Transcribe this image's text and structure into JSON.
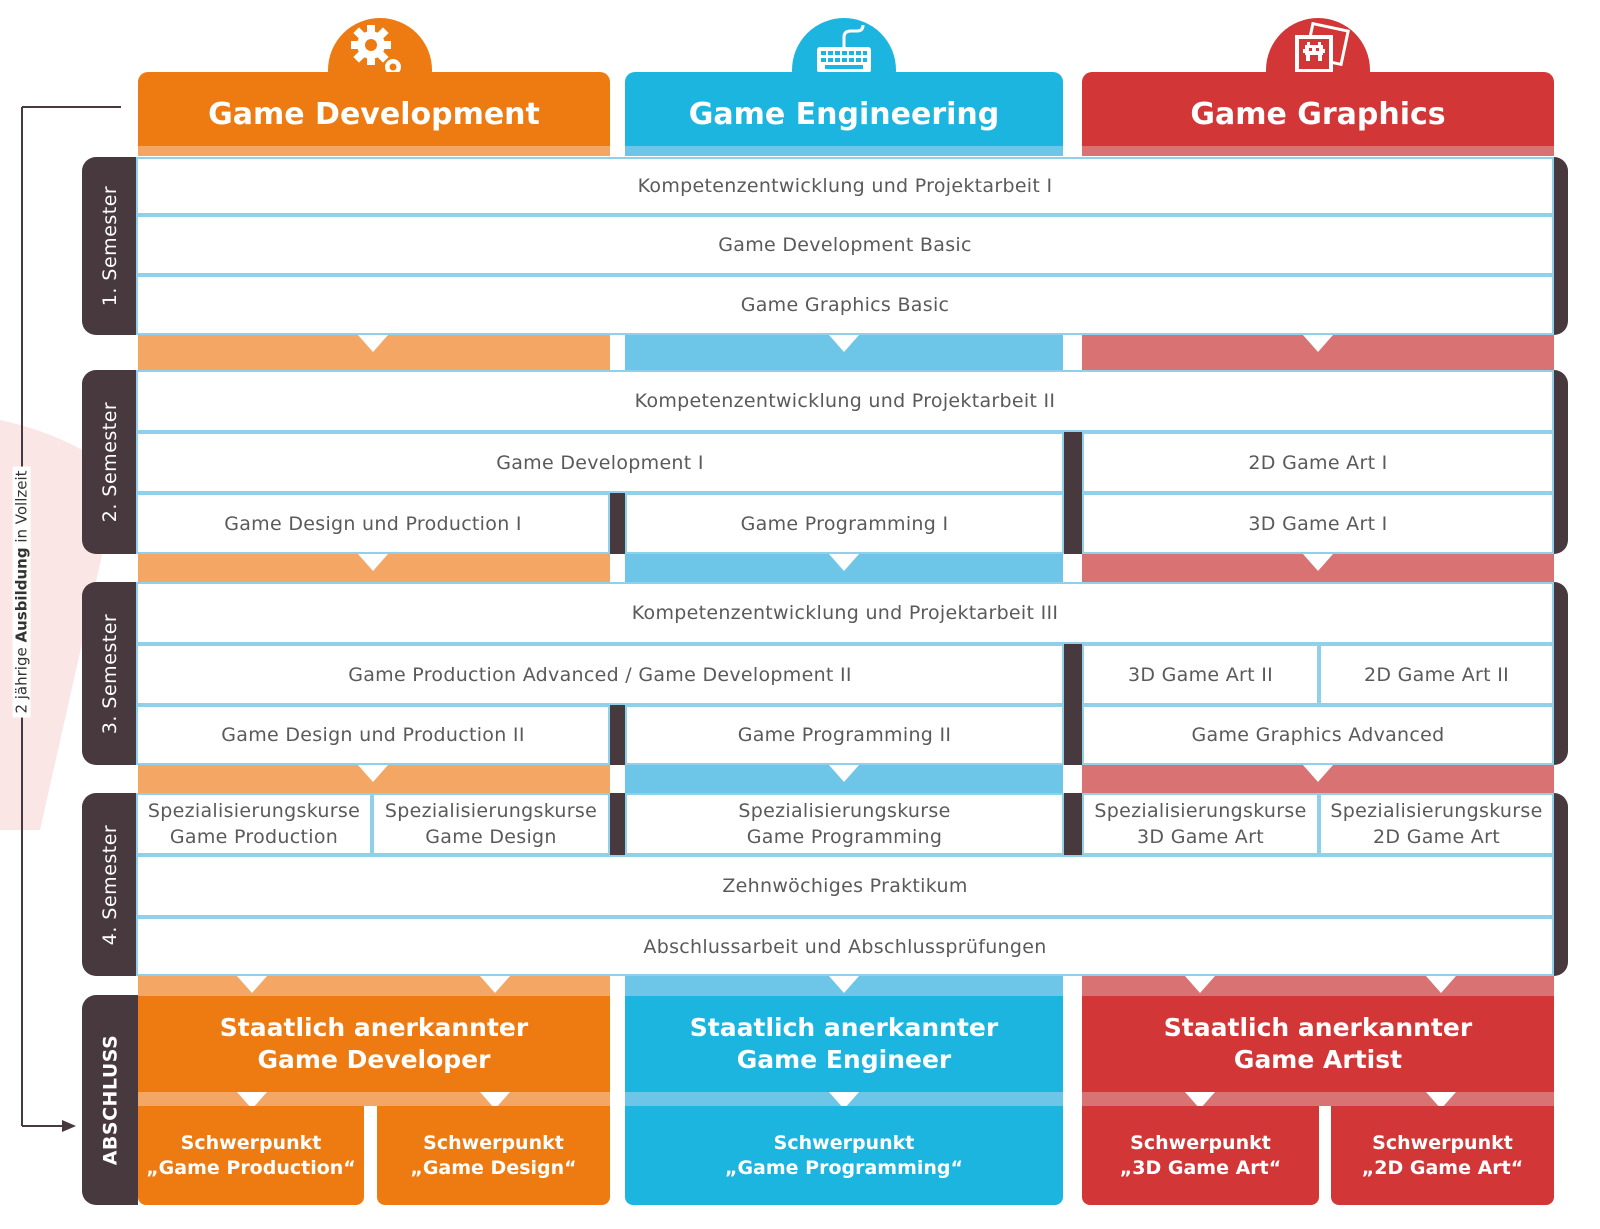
{
  "colors": {
    "orange": "#ee7a12",
    "blue": "#1cb5e0",
    "red": "#d23637",
    "dark": "#47393e",
    "cell_border": "#8fd0ea"
  },
  "tracks": [
    {
      "name": "Game Development",
      "icon": "gears-icon"
    },
    {
      "name": "Game Engineering",
      "icon": "keyboard-icon"
    },
    {
      "name": "Game Graphics",
      "icon": "space-invader-picture-icon"
    }
  ],
  "duration": {
    "prefix": "2 jährige ",
    "bold": "Ausbildung",
    "suffix": " in Vollzeit"
  },
  "semesters": {
    "s1": {
      "label": "1. Semester",
      "rows": [
        "Kompetenzentwicklung und Projektarbeit I",
        "Game Development Basic",
        "Game Graphics Basic"
      ]
    },
    "s2": {
      "label": "2. Semester",
      "row1": "Kompetenzentwicklung und Projektarbeit II",
      "gd": "Game Development I",
      "art2d": "2D Game Art I",
      "design": "Game Design und Production I",
      "programming": "Game Programming I",
      "art3d": "3D Game Art I"
    },
    "s3": {
      "label": "3. Semester",
      "row1": "Kompetenzentwicklung und Projektarbeit III",
      "production": "Game Production Advanced / Game Development II",
      "art3d": "3D Game Art II",
      "art2d": "2D Game Art II",
      "design": "Game Design und Production II",
      "programming": "Game Programming II",
      "graphics": "Game Graphics Advanced"
    },
    "s4": {
      "label": "4. Semester",
      "spec": [
        {
          "l1": "Spezialisierungskurse",
          "l2": "Game Production"
        },
        {
          "l1": "Spezialisierungskurse",
          "l2": "Game Design"
        },
        {
          "l1": "Spezialisierungskurse",
          "l2": "Game Programming"
        },
        {
          "l1": "Spezialisierungskurse",
          "l2": "3D Game Art"
        },
        {
          "l1": "Spezialisierungskurse",
          "l2": "2D Game Art"
        }
      ],
      "internship": "Zehnwöchiges Praktikum",
      "final_exam": "Abschlussarbeit und Abschlussprüfungen"
    }
  },
  "abschluss": {
    "label": "ABSCHLUSS",
    "degrees": [
      {
        "l1": "Staatlich anerkannter",
        "l2": "Game Developer"
      },
      {
        "l1": "Staatlich anerkannter",
        "l2": "Game Engineer"
      },
      {
        "l1": "Staatlich anerkannter",
        "l2": "Game Artist"
      }
    ],
    "focus": [
      {
        "l1": "Schwerpunkt",
        "l2": "„Game Production“"
      },
      {
        "l1": "Schwerpunkt",
        "l2": "„Game Design“"
      },
      {
        "l1": "Schwerpunkt",
        "l2": "„Game Programming“"
      },
      {
        "l1": "Schwerpunkt",
        "l2": "„3D Game Art“"
      },
      {
        "l1": "Schwerpunkt",
        "l2": "„2D Game Art“"
      }
    ]
  }
}
